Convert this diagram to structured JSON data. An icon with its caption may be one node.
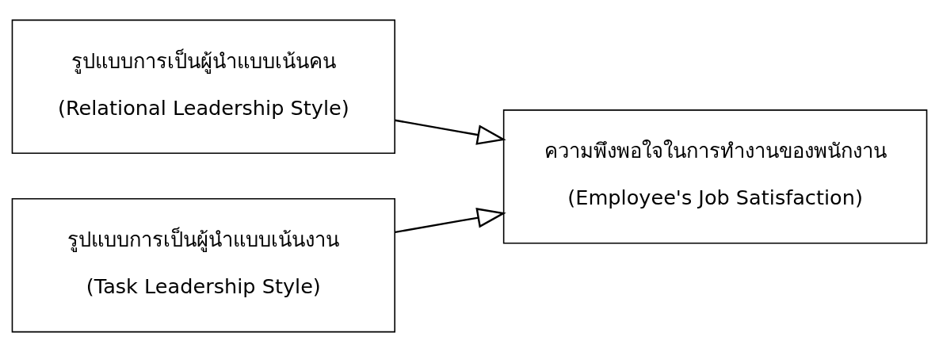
{
  "diagram": {
    "nodes": [
      {
        "text": [
          "รูปแบบการเป็นผู้นำแบบเน้นคน",
          "(Relational Leadership Style)"
        ]
      },
      {
        "text": [
          "รูปแบบการเป็นผู้นำแบบเน้นงาน",
          "(Task Leadership Style)"
        ]
      },
      {
        "text": [
          "ความพึงพอใจในการทำงานของพนักงาน",
          "(Employee's Job Satisfaction)"
        ]
      }
    ],
    "edges": [
      {
        "from": 0,
        "to": 2,
        "arrow": "to"
      },
      {
        "from": 1,
        "to": 2,
        "arrow": "to"
      }
    ]
  }
}
